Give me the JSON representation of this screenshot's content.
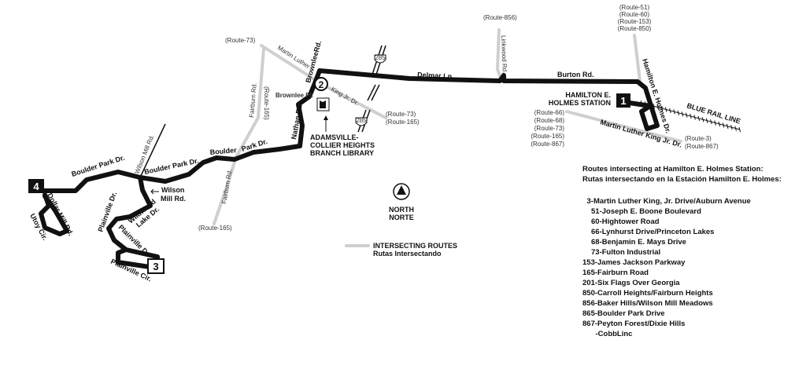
{
  "colors": {
    "route": "#111111",
    "intersecting": "#cfcfcf",
    "background": "#ffffff"
  },
  "stops": [
    {
      "number": "1",
      "name": "HAMILTON E. HOLMES STATION",
      "name_line1": "HAMILTON E.",
      "name_line2": "HOLMES STATION"
    },
    {
      "number": "2"
    },
    {
      "number": "3"
    },
    {
      "number": "4"
    }
  ],
  "landmark": {
    "icon": "library-icon",
    "line1": "ADAMSVILLE-",
    "line2": "COLLIER HEIGHTS",
    "line3": "BRANCH LIBRARY"
  },
  "roads": {
    "delmar": "Delmar Ln.",
    "burton": "Burton Rd.",
    "hamilton": "Hamilton E. Holmes Dr.",
    "linkwood": "Linkwood Rd.",
    "mlk1": "Martin Luther",
    "mlk2": "King Jr. Dr.",
    "mlk_east": "Martin Luther King Jr. Dr.",
    "browntee": "BrownleeRd.",
    "brownlee_pl": "Brownlee Pl.",
    "nathan": "Nathan Rd.",
    "fairburn": "Fairburn Rd.",
    "boulder": "Boulder",
    "park": "Park Dr.",
    "boulder_park": "Boulder Park Dr.",
    "wilson_mill": "Wilson Mill Rd.",
    "wilson1": "Wilson",
    "wilson2": "Mill Rd.",
    "wildwood1": "Wildwood",
    "wildwood2": "Lake Dr.",
    "plainville": "Plainville Dr.",
    "plainville_cir": "Plainville Cir.",
    "dollar_mill": "Dollar Mill Rd.",
    "utoy": "Utoy Cir.",
    "blue_rail": "BLUE RAIL LINE",
    "interstate": "285"
  },
  "route_labels": {
    "r73_nw": "(Route-73)",
    "r165_fairburn": "(Route-165)",
    "r165_south": "(Route-165)",
    "r73_mlk": [
      "(Route-73)",
      "(Route-165)"
    ],
    "r856": "(Route-856)",
    "hamilton_north": [
      "(Route-51)",
      "(Route-60)",
      "(Route-153)",
      "(Route-850)"
    ],
    "mlk_west": [
      "(Route-66)",
      "(Route-68)",
      "(Route-73)",
      "(Route-165)",
      "(Route-867)"
    ],
    "mlk_east": [
      "(Route-3)",
      "(Route-867)"
    ]
  },
  "north": {
    "icon": "north-arrow-icon",
    "en": "NORTH",
    "es": "NORTE"
  },
  "legend": {
    "en": "INTERSECTING ROUTES",
    "es": "Rutas Intersectando"
  },
  "intersecting_list": {
    "title_en": "Routes intersecting at Hamilton E. Holmes  Station:",
    "title_es": "Rutas intersectando en la Estación Hamilton E. Holmes:",
    "items": [
      "3-Martin Luther King, Jr. Drive/Auburn Avenue",
      "51-Joseph E. Boone Boulevard",
      "60-Hightower Road",
      "66-Lynhurst Drive/Princeton Lakes",
      "68-Benjamin E. Mays Drive",
      "73-Fulton Industrial",
      "153-James Jackson Parkway",
      "165-Fairburn Road",
      "201-Six Flags Over Georgia",
      "850-Carroll Heights/Fairburn Heights",
      "856-Baker Hills/Wilson Mill Meadows",
      "865-Boulder Park Drive",
      "867-Peyton Forest/Dixie Hills",
      "-CobbLinc"
    ]
  }
}
